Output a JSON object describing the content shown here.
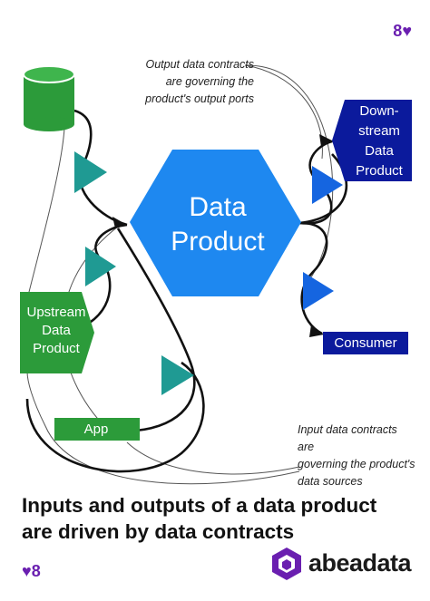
{
  "page_number": "8",
  "colors": {
    "product_blue": "#1e88f0",
    "triangle_blue": "#1565e0",
    "triangle_teal": "#1f9a93",
    "navy": "#0b1a9c",
    "green": "#2c9b3a",
    "purple": "#6a1fb0"
  },
  "annotations": {
    "output_lines": [
      "Output data contracts",
      "are governing the",
      "product's output ports"
    ],
    "input_lines": [
      "Input data contracts are",
      "governing the product's",
      "data sources"
    ]
  },
  "nodes": {
    "data_product_lines": [
      "Data",
      "Product"
    ],
    "downstream_lines": [
      "Down-",
      "stream",
      "Data",
      "Product"
    ],
    "upstream_lines": [
      "Upstream",
      "Data",
      "Product"
    ],
    "consumer": "Consumer",
    "app": "App"
  },
  "icons": {
    "heart": "heart-icon",
    "database": "database-icon",
    "brand_logo": "hexagon-cube-logo-icon"
  },
  "headline_lines": [
    "Inputs and outputs of a data product",
    "are driven by data contracts"
  ],
  "brand": "abeadata"
}
